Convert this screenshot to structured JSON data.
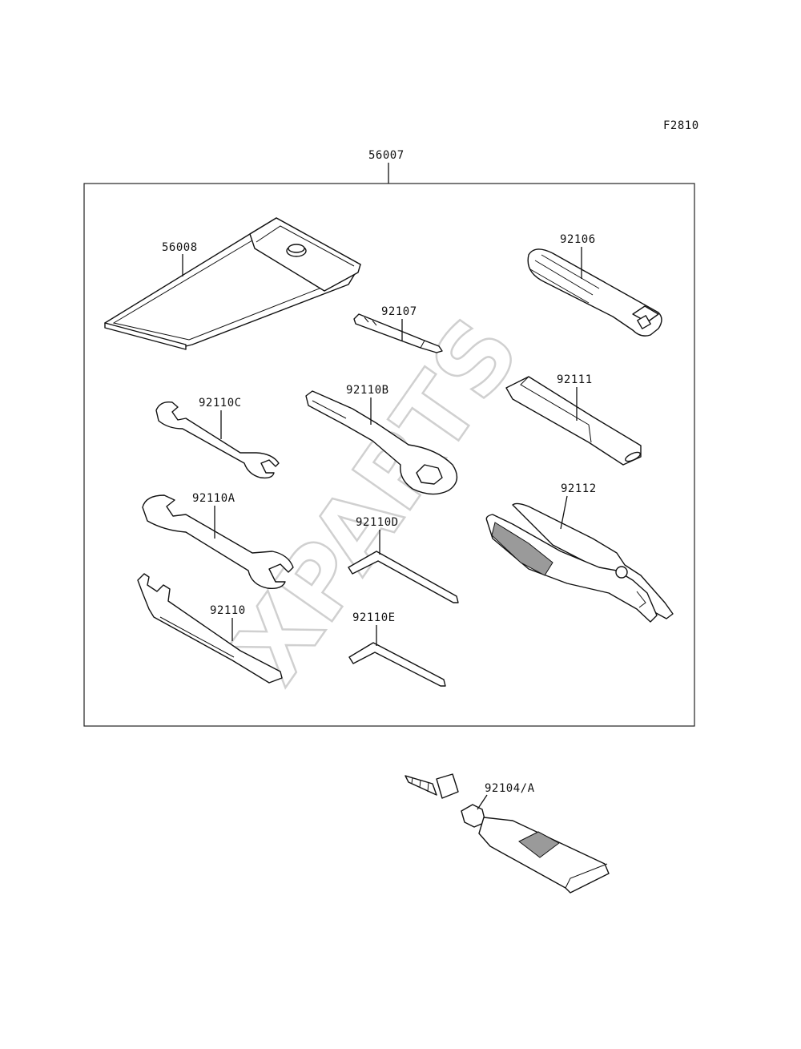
{
  "figure_code": "F2810",
  "assembly": {
    "part_no": "56007"
  },
  "parts": [
    {
      "id": "bag",
      "part_no": "56008"
    },
    {
      "id": "driver-handle",
      "part_no": "92106"
    },
    {
      "id": "screwdriver-bit",
      "part_no": "92107"
    },
    {
      "id": "wrench-c",
      "part_no": "92110C"
    },
    {
      "id": "box-wrench-b",
      "part_no": "92110B"
    },
    {
      "id": "extension-bar",
      "part_no": "92111"
    },
    {
      "id": "wrench-a",
      "part_no": "92110A"
    },
    {
      "id": "hex-key-d",
      "part_no": "92110D"
    },
    {
      "id": "pliers",
      "part_no": "92112"
    },
    {
      "id": "hook-wrench",
      "part_no": "92110"
    },
    {
      "id": "hex-key-e",
      "part_no": "92110E"
    },
    {
      "id": "repair-kit",
      "part_no": "92104/A"
    }
  ],
  "watermark": "XPARTS"
}
